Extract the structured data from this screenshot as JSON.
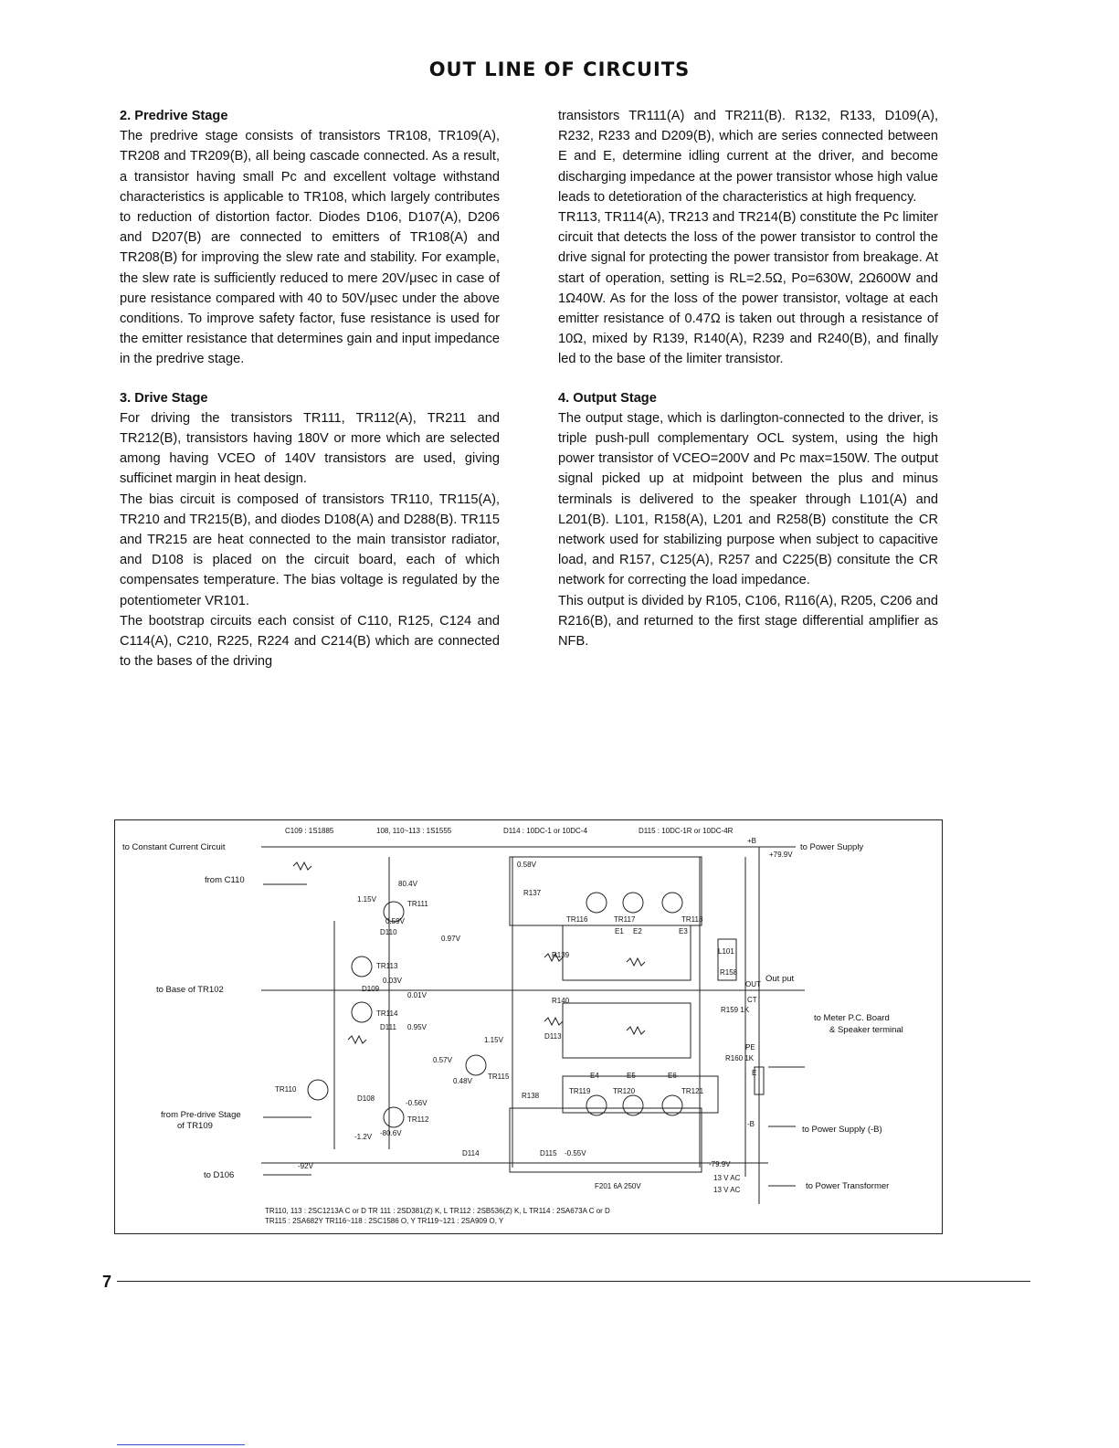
{
  "title": "OUT LINE OF CIRCUITS",
  "left_column": {
    "predrive": {
      "heading": "2.  Predrive  Stage",
      "paragraph": "The predrive stage consists of transistors TR108, TR109(A), TR208 and TR209(B), all being cascade connected. As a result, a transistor having small Pc and excellent voltage withstand characteristics is applicable to TR108, which largely contributes to reduction of distortion factor. Diodes D106, D107(A), D206 and D207(B) are connected to emitters of TR108(A) and TR208(B) for improving the slew rate and stability. For example, the slew rate is sufficiently reduced to mere 20V/μsec in case of pure resistance compared with 40 to 50V/μsec under the above conditions. To improve safety factor, fuse resistance is used for the emitter resistance that determines gain and input impedance in the predrive stage."
    },
    "drive": {
      "heading": "3.  Drive Stage",
      "paragraphs": [
        "For driving the transistors TR111, TR112(A), TR211 and TR212(B), transistors having 180V or more which are selected among having VCEO of 140V transistors are used, giving sufficinet margin in heat design.",
        "The bias circuit is composed of transistors TR110, TR115(A), TR210 and TR215(B), and diodes D108(A) and D288(B). TR115 and TR215 are heat connected to the main transistor radiator, and D108 is placed on the circuit board, each of which compensates temperature. The bias voltage is regulated by the potentiometer VR101.",
        "The bootstrap circuits each consist of C110, R125, C124 and C114(A), C210, R225, R224 and C214(B) which are connected to the bases of the driving"
      ]
    }
  },
  "right_column": {
    "continuation": "transistors TR111(A) and TR211(B). R132, R133, D109(A), R232, R233 and D209(B), which are series connected between E and E, determine idling current at the driver, and become discharging impedance at the power transistor whose high value leads to detetioration of the characteristics at high frequency.",
    "limiter": "TR113, TR114(A), TR213 and TR214(B) constitute the Pc limiter circuit that detects the loss of the power transistor to control the drive signal for protecting the power transistor from breakage. At start of operation, setting is RL=2.5Ω, Po=630W, 2Ω600W and 1Ω40W. As for the loss of the power transistor, voltage at each emitter resistance of 0.47Ω is taken out through a resistance of 10Ω, mixed by R139, R140(A), R239 and R240(B), and finally led to the base of the limiter transistor.",
    "output": {
      "heading": "4.  Output  Stage",
      "paragraphs": [
        "The output stage, which is darlington-connected to the driver, is triple push-pull complementary OCL system, using the high power transistor of VCEO=200V and Pc max=150W. The output signal picked up at midpoint between the plus and minus terminals is delivered to the speaker through L101(A) and L201(B). L101, R158(A), L201 and R258(B) constitute the CR network used for stabilizing purpose when subject to capacitive load, and R157, C125(A), R257 and C225(B) consitute the CR network for correcting the load impedance.",
        "This output is divided by R105, C106, R116(A), R205, C206 and R216(B), and returned to the first stage differential amplifier as NFB."
      ]
    }
  },
  "schematic": {
    "header_notes": [
      "C109 : 1S1885",
      "108, 110~113 : 1S1555",
      "D114 : 10DC-1 or 10DC-4",
      "D115 : 10DC-1R or 10DC-4R"
    ],
    "left_labels": [
      "to Constant Current Circuit",
      "from C110",
      "to Base of TR102",
      "from Pre-drive Stage",
      "of TR109",
      "to D106"
    ],
    "right_labels": [
      "to Power Supply",
      "Out put",
      "to Meter P.C. Board",
      "& Speaker terminal",
      "to Power Supply (-B)",
      "to Power Transformer"
    ],
    "transistors": [
      "TR110",
      "TR111",
      "TR112",
      "TR113",
      "TR114",
      "TR115",
      "TR116",
      "TR117",
      "TR118",
      "TR119",
      "TR120",
      "TR121"
    ],
    "voltages": [
      "80.4V",
      "0.59V",
      "1.15V",
      "0.97V",
      "0.03V",
      "0.01V",
      "0.95V",
      "1.15V",
      "0.57V",
      "0.48V",
      "-0.56V",
      "-80.6V",
      "-1.2V",
      "-92V",
      "+79.9V",
      "-79.9V",
      "0.58V",
      "-0.55V"
    ],
    "other_labels": [
      "+B",
      "-B",
      "D110",
      "D111",
      "D108",
      "D109",
      "D113",
      "D114",
      "D115",
      "L101",
      "R158",
      "R159 1K",
      "R160 1K",
      "R137",
      "R138",
      "R139",
      "R140",
      "F201 6A 250V",
      "13 V AC",
      "13 V AC",
      "E1",
      "E2",
      "E3",
      "E4",
      "E5",
      "E6",
      "OUT",
      "CT",
      "PE",
      "E"
    ],
    "footer_notes": [
      "TR110, 113 : 2SC1213A C or D    TR 111 : 2SD381(Z) K, L    TR112 : 2SB536(Z) K, L    TR114 : 2SA673A C or D",
      "TR115 : 2SA682Y    TR116~118 : 2SC1586 O, Y    TR119~121 : 2SA909 O, Y"
    ]
  },
  "page_number": "7"
}
